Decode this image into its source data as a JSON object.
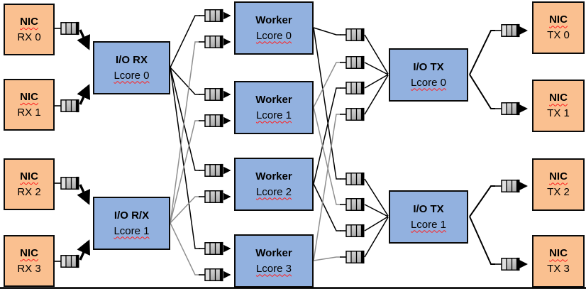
{
  "nodes": {
    "nic_rx": [
      {
        "title": "NIC",
        "subtitle": "RX 0"
      },
      {
        "title": "NIC",
        "subtitle": "RX 1"
      },
      {
        "title": "NIC",
        "subtitle": "RX 2"
      },
      {
        "title": "NIC",
        "subtitle": "RX 3"
      }
    ],
    "io_rx": [
      {
        "title": "I/O RX",
        "subtitle": "Lcore 0"
      },
      {
        "title": "I/O R/X",
        "subtitle": "Lcore 1"
      }
    ],
    "workers": [
      {
        "title": "Worker",
        "subtitle": "Lcore 0"
      },
      {
        "title": "Worker",
        "subtitle": "Lcore 1"
      },
      {
        "title": "Worker",
        "subtitle": "Lcore 2"
      },
      {
        "title": "Worker",
        "subtitle": "Lcore 3"
      }
    ],
    "io_tx": [
      {
        "title": "I/O TX",
        "subtitle": "Lcore 0"
      },
      {
        "title": "I/O TX",
        "subtitle": "Lcore 1"
      }
    ],
    "nic_tx": [
      {
        "title": "NIC",
        "subtitle": "TX 0"
      },
      {
        "title": "NIC",
        "subtitle": "TX 1"
      },
      {
        "title": "NIC",
        "subtitle": "TX 2"
      },
      {
        "title": "NIC",
        "subtitle": "TX 3"
      }
    ]
  },
  "icons": {
    "queue": "ring-queue-icon"
  },
  "colors": {
    "nic_box_fill": "#FAC090",
    "lcore_box_fill": "#92B1DF",
    "box_border": "#0A0A0A",
    "queue_cell_light": "#DFDFDF",
    "queue_cell_dark_top": "#D4D4D4",
    "queue_cell_dark_bottom": "#A9A9A9",
    "flow_line_primary": "#000000",
    "flow_line_secondary": "#8F8F8F",
    "spellcheck_underline": "#FF2020"
  }
}
